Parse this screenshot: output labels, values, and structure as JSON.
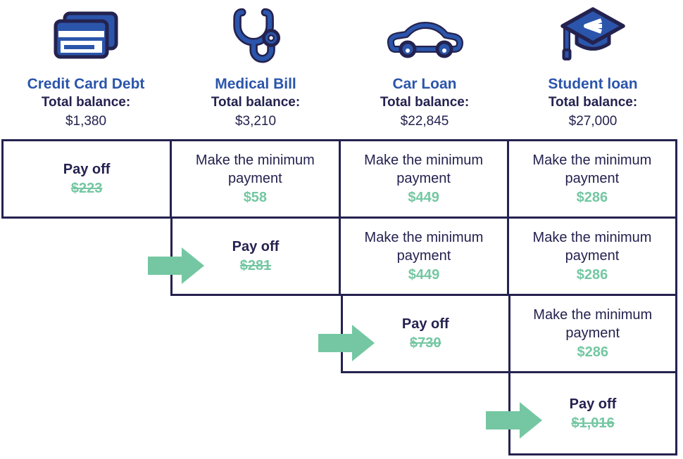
{
  "palette": {
    "navy": "#24224F",
    "blue": "#2B55AB",
    "green": "#74C7A2",
    "background": "#FFFFFF"
  },
  "debts": [
    {
      "icon": "credit-card-icon",
      "title": "Credit Card Debt",
      "balance_label": "Total balance:",
      "balance": "$1,380"
    },
    {
      "icon": "stethoscope-icon",
      "title": "Medical Bill",
      "balance_label": "Total balance:",
      "balance": "$3,210"
    },
    {
      "icon": "car-icon",
      "title": "Car Loan",
      "balance_label": "Total balance:",
      "balance": "$22,845"
    },
    {
      "icon": "graduation-cap-icon",
      "title": "Student loan",
      "balance_label": "Total balance:",
      "balance": "$27,000"
    }
  ],
  "steps": [
    {
      "arrow": false,
      "cells": [
        {
          "type": "payoff",
          "label": "Pay off",
          "amount": "$223",
          "struck": true
        },
        {
          "type": "minimum",
          "label": "Make the minimum payment",
          "amount": "$58",
          "struck": false
        },
        {
          "type": "minimum",
          "label": "Make the minimum payment",
          "amount": "$449",
          "struck": false
        },
        {
          "type": "minimum",
          "label": "Make the minimum payment",
          "amount": "$286",
          "struck": false
        }
      ]
    },
    {
      "arrow": true,
      "cells": [
        {
          "type": "payoff",
          "label": "Pay off",
          "amount": "$281",
          "struck": true
        },
        {
          "type": "minimum",
          "label": "Make the minimum payment",
          "amount": "$449",
          "struck": false
        },
        {
          "type": "minimum",
          "label": "Make the minimum payment",
          "amount": "$286",
          "struck": false
        }
      ]
    },
    {
      "arrow": true,
      "cells": [
        {
          "type": "payoff",
          "label": "Pay off",
          "amount": "$730",
          "struck": true
        },
        {
          "type": "minimum",
          "label": "Make the minimum payment",
          "amount": "$286",
          "struck": false
        }
      ]
    },
    {
      "arrow": true,
      "cells": [
        {
          "type": "payoff",
          "label": "Pay off",
          "amount": "$1,016",
          "struck": true
        }
      ]
    }
  ]
}
